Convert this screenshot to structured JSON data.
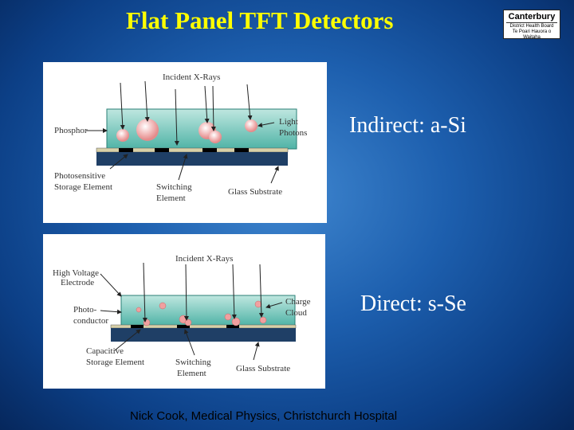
{
  "title": "Flat Panel TFT Detectors",
  "logo": {
    "name": "Canterbury",
    "line1": "District Health Board",
    "line2": "Te Poari Hauora o Waitaha"
  },
  "indirect": {
    "side_label": "Indirect: a-Si",
    "labels": {
      "incident": "Incident X-Rays",
      "phosphor": "Phosphor",
      "light1": "Light",
      "light2": "Photons",
      "photo1": "Photosensitive",
      "photo2": "Storage Element",
      "switch1": "Switching",
      "switch2": "Element",
      "glass": "Glass Substrate"
    }
  },
  "direct": {
    "side_label": "Direct: s-Se",
    "labels": {
      "incident": "Incident X-Rays",
      "hv1": "High Voltage",
      "hv2": "Electrode",
      "pc1": "Photo-",
      "pc2": "conductor",
      "cc1": "Charge",
      "cc2": "Cloud",
      "cap1": "Capacitive",
      "cap2": "Storage Element",
      "switch1": "Switching",
      "switch2": "Element",
      "glass": "Glass Substrate"
    }
  },
  "footer": "Nick Cook, Medical Physics, Christchurch Hospital"
}
